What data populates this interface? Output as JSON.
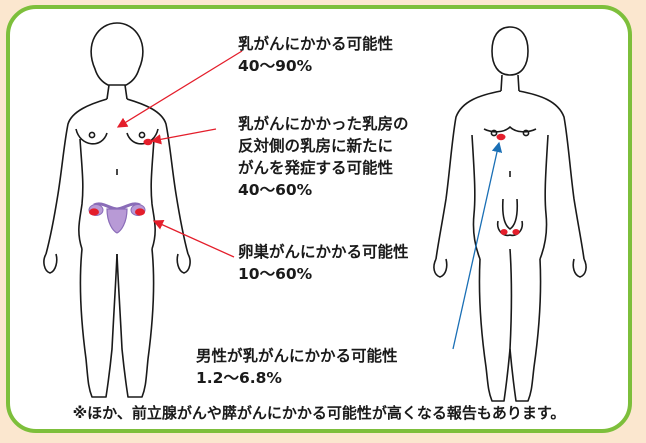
{
  "annotations": {
    "breast": {
      "title": "乳がんにかかる可能性",
      "range": "40〜90%"
    },
    "contralateral": {
      "line1": "乳がんにかかった乳房の",
      "line2": "反対側の乳房に新たに",
      "line3": "がんを発症する可能性",
      "range": "40〜60%"
    },
    "ovary": {
      "title": "卵巣がんにかかる可能性",
      "range": "10〜60%"
    },
    "male": {
      "title": "男性が乳がんにかかる可能性",
      "range": "1.2〜6.8%"
    }
  },
  "footer": "※ほか、前立腺がんや膵がんにかかる可能性が高くなる報告もあります。",
  "colors": {
    "border": "#7dbf3b",
    "background": "#fbe7cf",
    "risk_marker": "#e41e2b",
    "breast_arrow": "#e41e2b",
    "male_arrow": "#1a6fb5",
    "uterus": "#b89ad6"
  }
}
